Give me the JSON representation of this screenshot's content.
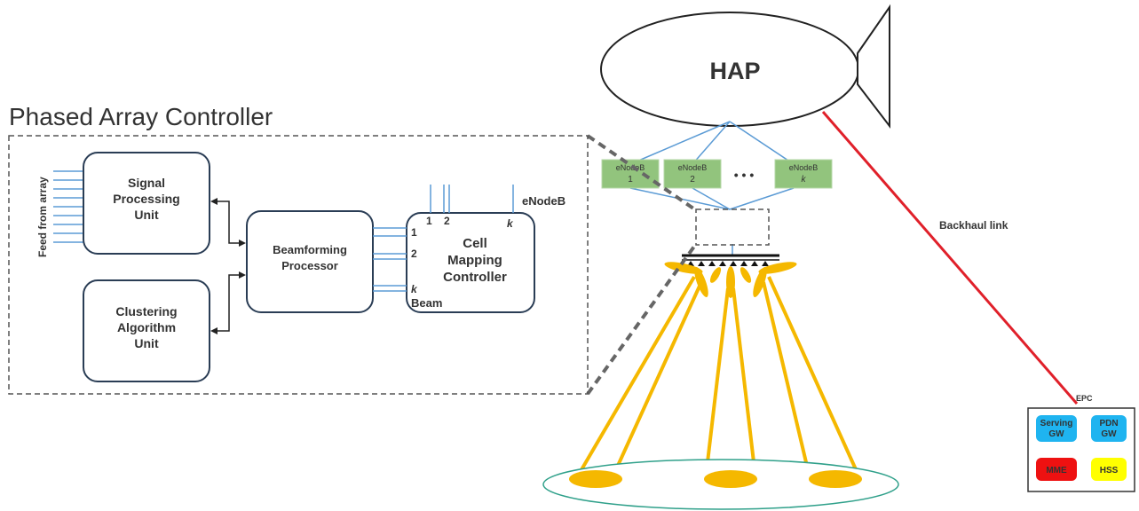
{
  "hap": {
    "label": "HAP"
  },
  "controller": {
    "title": "Phased Array Controller"
  },
  "feed_label": "Feed from array",
  "blocks": {
    "signal": [
      "Signal",
      "Processing",
      "Unit"
    ],
    "clustering": [
      "Clustering",
      "Algorithm",
      "Unit"
    ],
    "beamforming": [
      "Beamforming",
      "Processor"
    ],
    "cell_mapping": [
      "Cell",
      "Mapping",
      "Controller"
    ]
  },
  "ports": {
    "p1": "1",
    "p2": "2",
    "pk": "k",
    "beam": "Beam",
    "enodeb": "eNodeB"
  },
  "enodebs": [
    {
      "name": "eNodeB",
      "index": "1"
    },
    {
      "name": "eNodeB",
      "index": "2"
    },
    {
      "name": "eNodeB",
      "index": "k"
    }
  ],
  "ellipsis": "• • •",
  "backhaul": {
    "label": "Backhaul link"
  },
  "epc": {
    "label": "EPC",
    "boxes": [
      {
        "lines": [
          "Serving",
          "GW"
        ],
        "color": "#1fb4f0",
        "text_color": "#1a3a5c"
      },
      {
        "lines": [
          "PDN",
          "GW"
        ],
        "color": "#1fb4f0",
        "text_color": "#ffffff"
      },
      {
        "lines": [
          "MME"
        ],
        "color": "#ee1111",
        "text_color": "#7a1010"
      },
      {
        "lines": [
          "HSS"
        ],
        "color": "#ffff00",
        "text_color": "#444400"
      }
    ]
  },
  "colors": {
    "backhaul": "#e0202a",
    "enodeb_fill": "#92c47d",
    "beam": "#f5b800",
    "coverage": "#2fa08a",
    "hap_links": "#5b9bd5"
  }
}
